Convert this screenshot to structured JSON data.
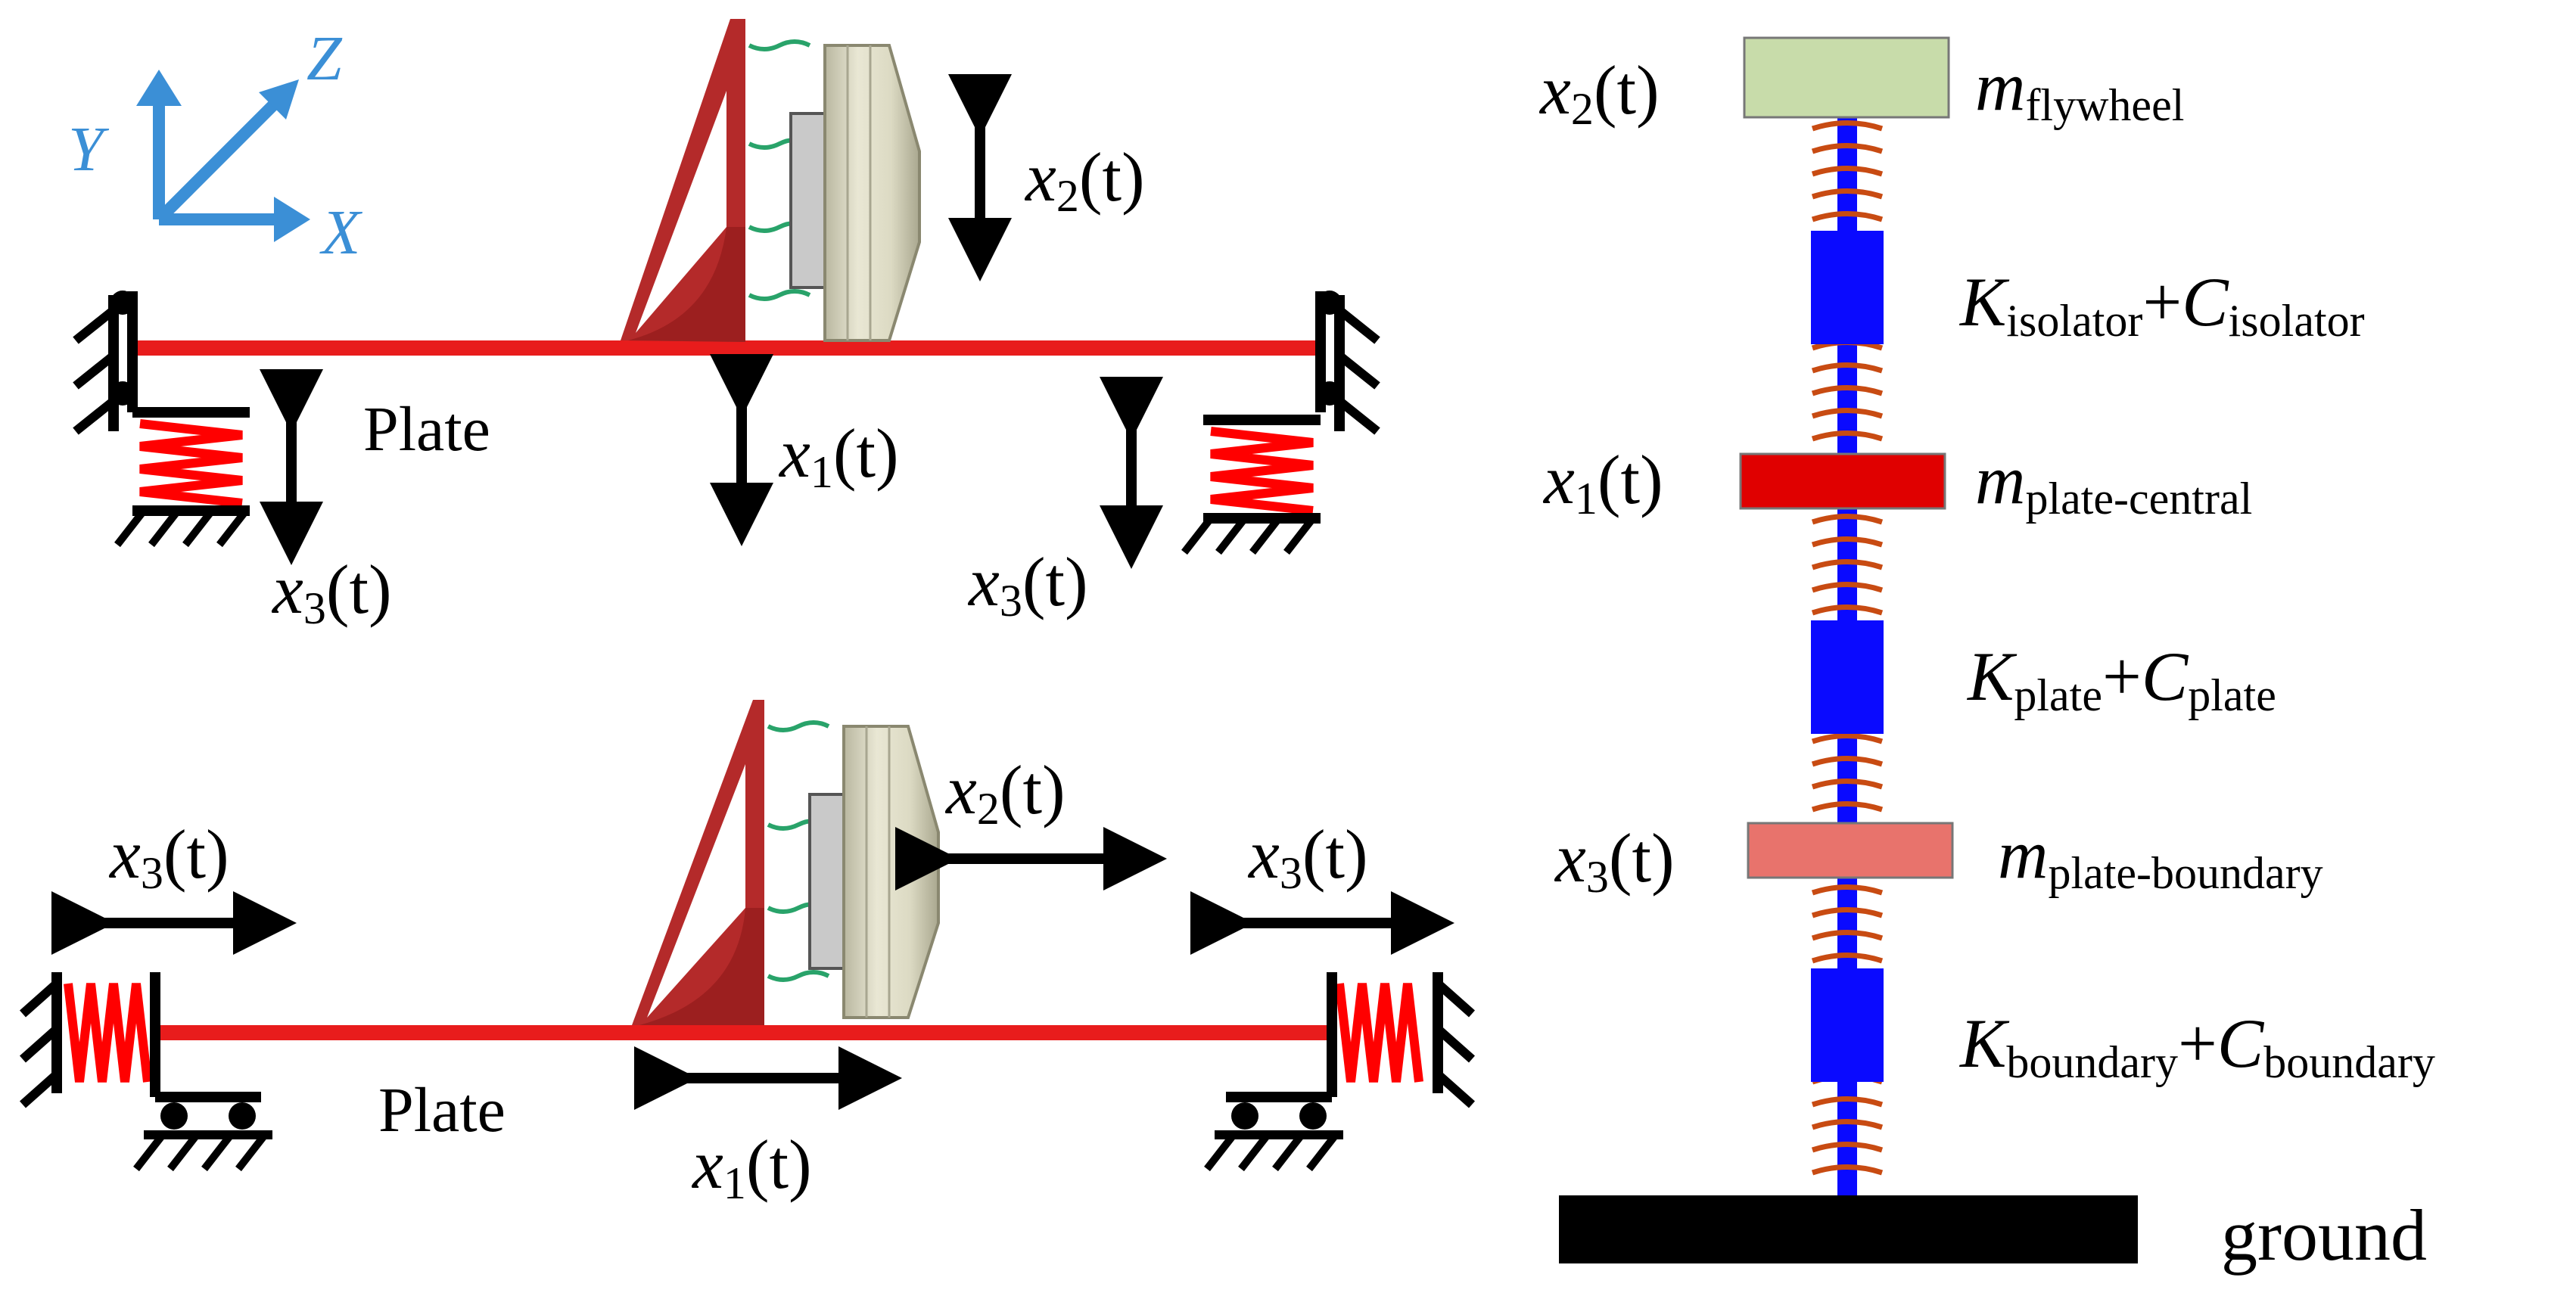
{
  "axes": {
    "y": "Y",
    "z": "Z",
    "x": "X"
  },
  "plate_label": "Plate",
  "variables": {
    "x1": {
      "base": "x",
      "index": "1",
      "arg": "(t)"
    },
    "x2": {
      "base": "x",
      "index": "2",
      "arg": "(t)"
    },
    "x3": {
      "base": "x",
      "index": "3",
      "arg": "(t)"
    }
  },
  "model": {
    "m_flywheel": {
      "sym": "m",
      "sub": "flywheel"
    },
    "m_plate_central": {
      "sym": "m",
      "sub": "plate-central"
    },
    "m_plate_boundary": {
      "sym": "m",
      "sub": "plate-boundary"
    },
    "k_isolator": {
      "k": "K",
      "ksub": "isolator",
      "plus": "+",
      "c": "C",
      "csub": "isolator"
    },
    "k_plate": {
      "k": "K",
      "ksub": "plate",
      "plus": "+",
      "c": "C",
      "csub": "plate"
    },
    "k_boundary": {
      "k": "K",
      "ksub": "boundary",
      "plus": "+",
      "c": "C",
      "csub": "boundary"
    },
    "ground": "ground"
  },
  "colors": {
    "plate": "#e81c1c",
    "bracket": "#b42a2a",
    "flywheel_mass": "#c8dcaa",
    "central_mass": "#e00000",
    "boundary_mass": "#e8736c",
    "damper": "#0a0aff",
    "coil": "#c84b12",
    "axis": "#3b8fd6",
    "wheel": "#dcdac3"
  }
}
